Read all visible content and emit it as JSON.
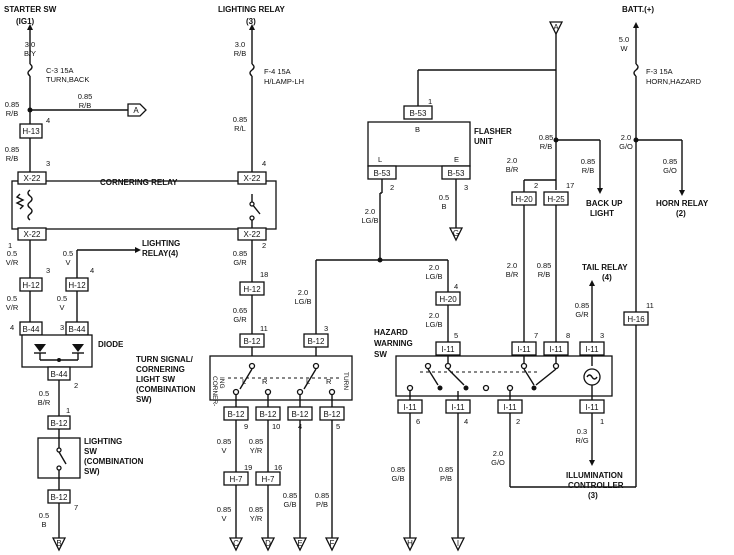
{
  "labels": {
    "starter_sw": "STARTER SW",
    "ig1": "(IG1)",
    "lighting_relay_top": "LIGHTING RELAY",
    "lighting_relay_top_num": "(3)",
    "batt": "BATT.(+)",
    "fuse_c3": "C-3 15A",
    "fuse_c3_b": "TURN,BACK",
    "fuse_f4": "F-4 15A",
    "fuse_f4_b": "H/LAMP-LH",
    "fuse_f3": "F-3 15A",
    "fuse_f3_b": "HORN,HAZARD",
    "cornering_relay": "CORNERING RELAY",
    "flasher_unit_1": "FLASHER",
    "flasher_unit_2": "UNIT",
    "back_up_light_1": "BACK UP",
    "back_up_light_2": "LIGHT",
    "horn_relay": "HORN RELAY",
    "horn_relay_num": "(2)",
    "lighting_relay4_1": "LIGHTING",
    "lighting_relay4_2": "RELAY(4)",
    "diode": "DIODE",
    "turn_signal_1": "TURN SIGNAL/",
    "turn_signal_2": "CORNERING",
    "turn_signal_3": "LIGHT SW",
    "turn_signal_4": "(COMBINATION",
    "turn_signal_5": "SW)",
    "hazard_1": "HAZARD",
    "hazard_2": "WARNING",
    "hazard_3": "SW",
    "tail_relay": "TAIL RELAY",
    "tail_relay_num": "(4)",
    "lighting_sw_1": "LIGHTING",
    "lighting_sw_2": "SW",
    "lighting_sw_3": "(COMBINATION",
    "lighting_sw_4": "SW)",
    "illum_1": "ILLUMINATION",
    "illum_2": "CONTROLLER",
    "illum_3": "(3)",
    "corner_vert": "CORNER-",
    "corner_vert2": "ING",
    "turn_vert": "TURN",
    "L": "L",
    "R": "R",
    "B": "B",
    "E": "E"
  },
  "connectors": {
    "h13": "H-13",
    "x22": "X-22",
    "h12": "H-12",
    "b44": "B-44",
    "b12": "B-12",
    "b53": "B-53",
    "h20": "H-20",
    "h25": "H-25",
    "h16": "H-16",
    "i11": "I-11",
    "h7": "H-7"
  },
  "wires": {
    "w3_0": "3.0",
    "w0_85": "0.85",
    "w0_5": "0.5",
    "w0_65": "0.65",
    "w2_0": "2.0",
    "w5_0": "5.0",
    "w0_3": "0.3",
    "by": "B/Y",
    "rb": "R/B",
    "rl": "R/L",
    "vr": "V/R",
    "v": "V",
    "gr": "G/R",
    "lgb": "LG/B",
    "b": "B",
    "br": "B/R",
    "w": "W",
    "go": "G/O",
    "yr": "Y/R",
    "gb": "G/B",
    "pb": "P/B",
    "rg": "R/G"
  },
  "pins": {
    "p1": "1",
    "p2": "2",
    "p3": "3",
    "p4": "4",
    "p5": "5",
    "p6": "6",
    "p7": "7",
    "p8": "8",
    "p9": "9",
    "p10": "10",
    "p11": "11",
    "p16": "16",
    "p17": "17",
    "p18": "18",
    "p19": "19"
  },
  "terminals": {
    "A": "A",
    "B": "B",
    "C": "C",
    "D": "D",
    "E": "E",
    "F": "F",
    "G": "G",
    "H": "H",
    "I": "I"
  }
}
